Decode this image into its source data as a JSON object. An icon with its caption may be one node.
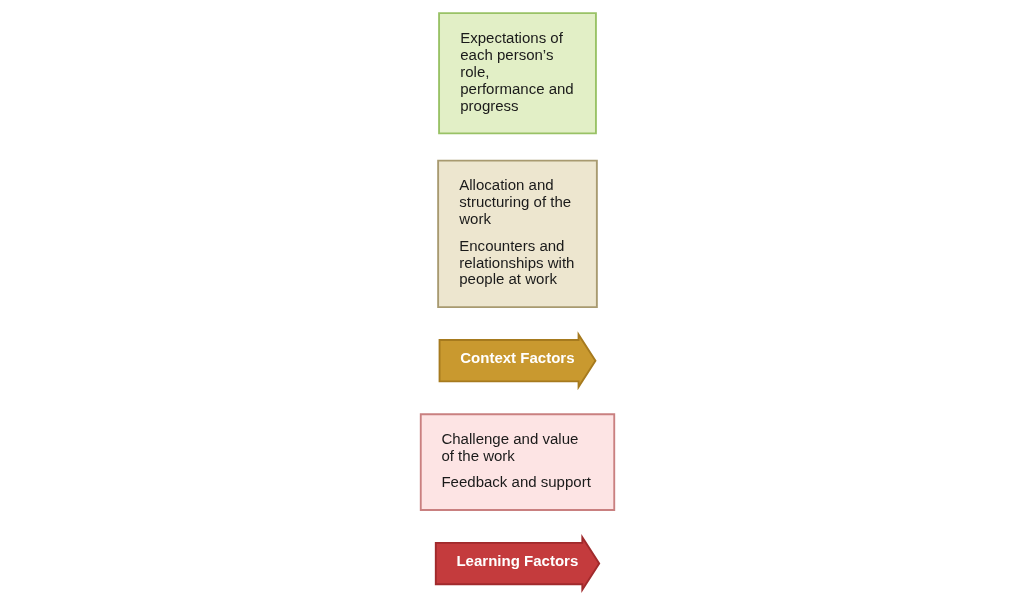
{
  "diagram": {
    "nodes": [
      {
        "text": [
          "Learning Factors"
        ]
      },
      {
        "text": [
          "Challenge and value of the work",
          "Feedback and support"
        ]
      },
      {
        "text": [
          "Context Factors"
        ]
      },
      {
        "text": [
          "Allocation and structuring of the work",
          "Encounters and relationships with people at work"
        ]
      },
      {
        "text": [
          "Expectations of each person’s role, performance and progress"
        ]
      }
    ]
  }
}
